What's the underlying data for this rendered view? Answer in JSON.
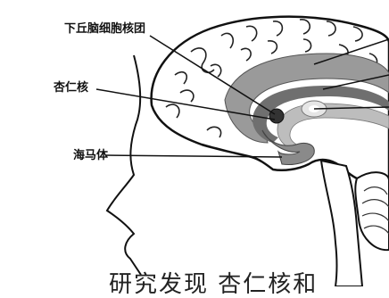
{
  "labels": {
    "hypothalamus": "下丘脑细胞核团",
    "amygdala": "杏仁核",
    "hippocampus": "海马体"
  },
  "caption": "研究发现 杏仁核和"
}
